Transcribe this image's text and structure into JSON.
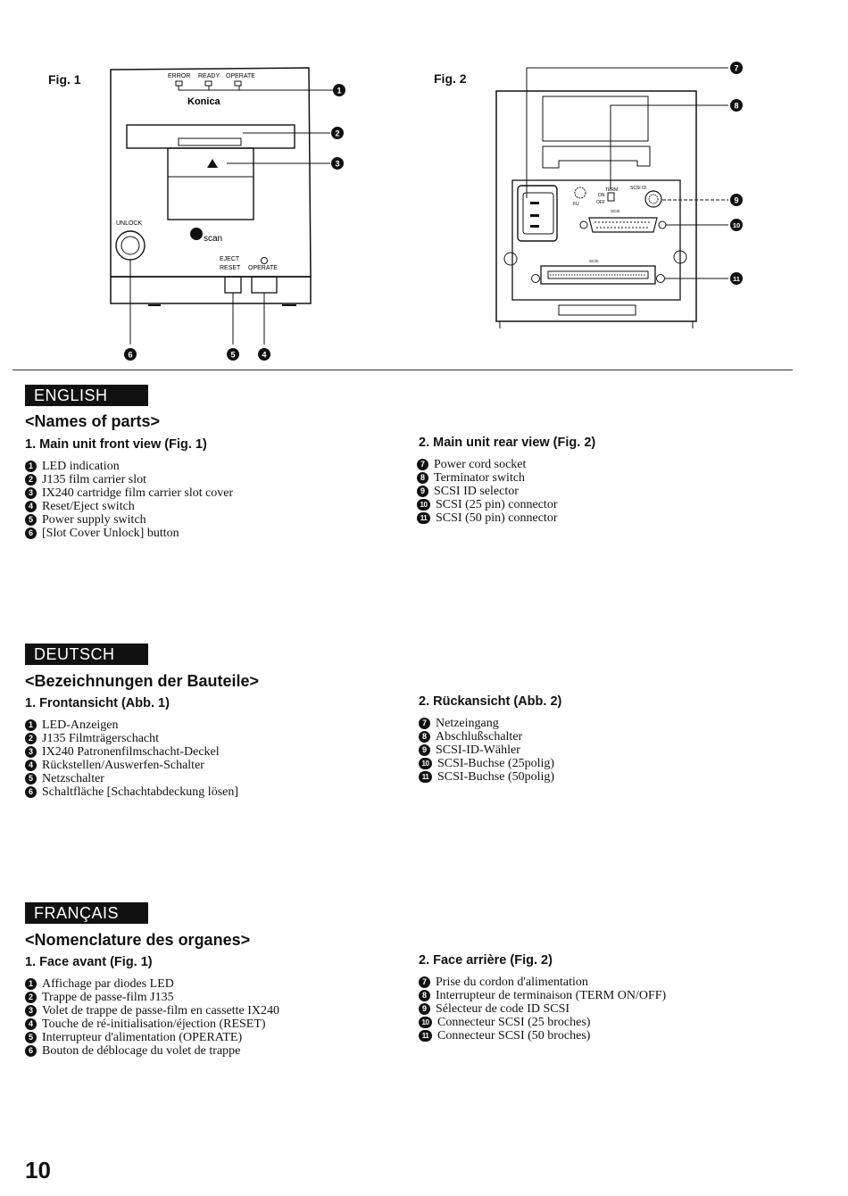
{
  "figures": {
    "fig1_label": "Fig. 1",
    "fig2_label": "Fig. 2",
    "fig1": {
      "led_labels": [
        "ERROR",
        "READY",
        "OPERATE"
      ],
      "brand": "Konica",
      "logo": "scan",
      "unlock_label": "UNLOCK",
      "eject_label": "EJECT",
      "reset_label": "RESET",
      "operate_label": "OPERATE",
      "callouts": [
        "1",
        "2",
        "3",
        "4",
        "5",
        "6"
      ]
    },
    "fig2": {
      "term_label": "TERM",
      "on_label": "ON",
      "off_label": "OFF",
      "scsi_id_label": "SCSI ID",
      "scsi_label": "SCSI",
      "callouts": [
        "7",
        "8",
        "9",
        "10",
        "11"
      ]
    }
  },
  "sections": [
    {
      "lang": "ENGLISH",
      "heading": "<Names of parts>",
      "front_title": "1. Main unit front view (Fig. 1)",
      "rear_title": "2. Main unit rear view (Fig. 2)",
      "front_items": [
        {
          "n": "1",
          "text": "LED indication"
        },
        {
          "n": "2",
          "text": "J135 film carrier slot"
        },
        {
          "n": "3",
          "text": "IX240 cartridge film carrier slot cover"
        },
        {
          "n": "4",
          "text": "Reset/Eject switch"
        },
        {
          "n": "5",
          "text": "Power supply switch"
        },
        {
          "n": "6",
          "text": "[Slot Cover Unlock] button"
        }
      ],
      "rear_items": [
        {
          "n": "7",
          "text": "Power cord socket"
        },
        {
          "n": "8",
          "text": "Terminator switch"
        },
        {
          "n": "9",
          "text": "SCSI ID selector"
        },
        {
          "n": "10",
          "text": "SCSI (25 pin) connector"
        },
        {
          "n": "11",
          "text": "SCSI (50 pin) connector"
        }
      ]
    },
    {
      "lang": "DEUTSCH",
      "heading": "<Bezeichnungen der Bauteile>",
      "front_title": "1. Frontansicht (Abb. 1)",
      "rear_title": "2. Rückansicht (Abb. 2)",
      "front_items": [
        {
          "n": "1",
          "text": "LED-Anzeigen"
        },
        {
          "n": "2",
          "text": "J135 Filmträgerschacht"
        },
        {
          "n": "3",
          "text": "IX240 Patronenfilmschacht-Deckel"
        },
        {
          "n": "4",
          "text": "Rückstellen/Auswerfen-Schalter"
        },
        {
          "n": "5",
          "text": "Netzschalter"
        },
        {
          "n": "6",
          "text": "Schaltfläche [Schachtabdeckung lösen]"
        }
      ],
      "rear_items": [
        {
          "n": "7",
          "text": "Netzeingang"
        },
        {
          "n": "8",
          "text": "Abschlußschalter"
        },
        {
          "n": "9",
          "text": "SCSI-ID-Wähler"
        },
        {
          "n": "10",
          "text": "SCSI-Buchse (25polig)"
        },
        {
          "n": "11",
          "text": "SCSI-Buchse (50polig)"
        }
      ]
    },
    {
      "lang": "FRANÇAIS",
      "heading": "<Nomenclature des organes>",
      "front_title": "1. Face avant (Fig. 1)",
      "rear_title": "2. Face arrière (Fig. 2)",
      "front_items": [
        {
          "n": "1",
          "text": "Affichage par diodes LED"
        },
        {
          "n": "2",
          "text": "Trappe de passe-film J135"
        },
        {
          "n": "3",
          "text": "Volet de trappe de passe-film en cassette IX240"
        },
        {
          "n": "4",
          "text": "Touche de ré-initialisation/éjection (RESET)"
        },
        {
          "n": "5",
          "text": "Interrupteur d'alimentation (OPERATE)"
        },
        {
          "n": "6",
          "text": "Bouton de déblocage du volet de trappe"
        }
      ],
      "rear_items": [
        {
          "n": "7",
          "text": "Prise du cordon d'alimentation"
        },
        {
          "n": "8",
          "text": "Interrupteur de terminaison (TERM ON/OFF)"
        },
        {
          "n": "9",
          "text": "Sélecteur de code ID SCSI"
        },
        {
          "n": "10",
          "text": "Connecteur SCSI (25 broches)"
        },
        {
          "n": "11",
          "text": "Connecteur SCSI (50 broches)"
        }
      ]
    }
  ],
  "page_number": "10"
}
